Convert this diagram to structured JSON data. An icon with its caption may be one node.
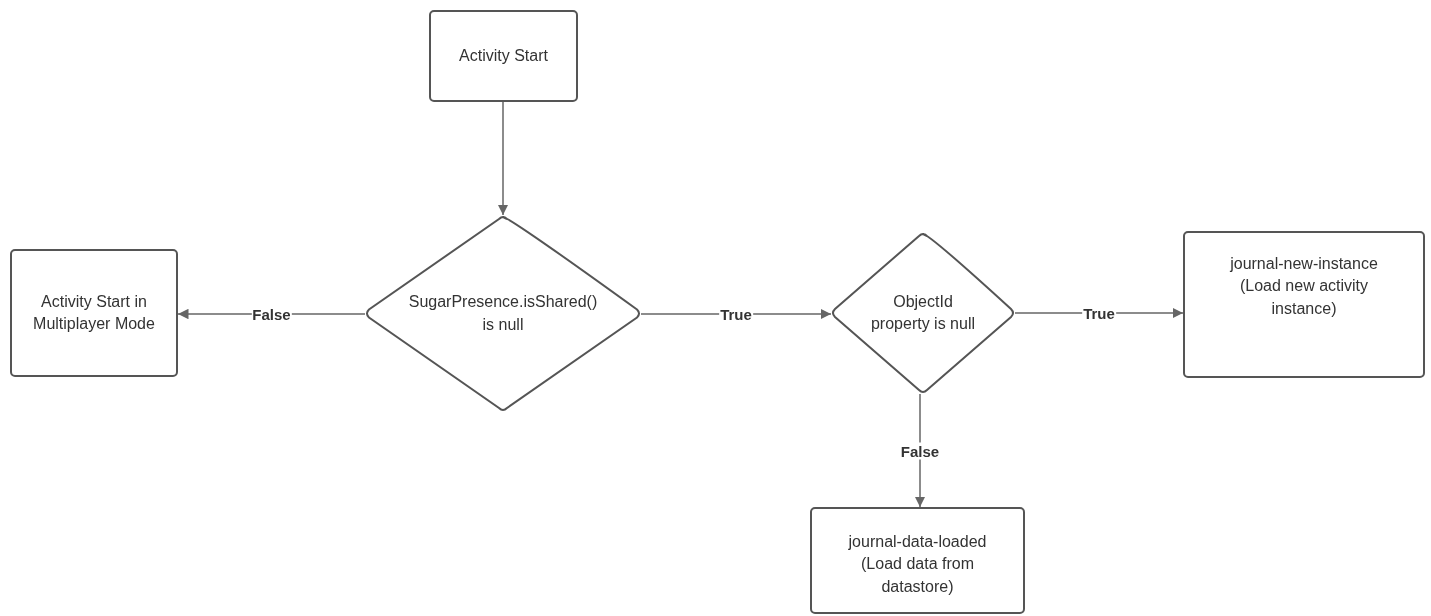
{
  "diagram": {
    "nodes": [
      {
        "text": [
          "Activity Start"
        ]
      },
      {
        "text": [
          "SugarPresence.isShared() is null"
        ]
      },
      {
        "text": [
          "Activity Start in Multiplayer Mode"
        ]
      },
      {
        "text": [
          "ObjectId property is null"
        ]
      },
      {
        "text": [
          "journal-new-instance (Load new activity instance)"
        ]
      },
      {
        "text": [
          "journal-data-loaded (Load data from datastore)"
        ]
      }
    ],
    "edges": [
      {
        "from": 0,
        "to": 1,
        "arrow": "to"
      },
      {
        "from": 1,
        "to": 2,
        "arrow": "to",
        "label": "False"
      },
      {
        "from": 1,
        "to": 3,
        "arrow": "to",
        "label": "True"
      },
      {
        "from": 3,
        "to": 4,
        "arrow": "to",
        "label": "True"
      },
      {
        "from": 3,
        "to": 5,
        "arrow": "to",
        "label": "False"
      }
    ]
  }
}
